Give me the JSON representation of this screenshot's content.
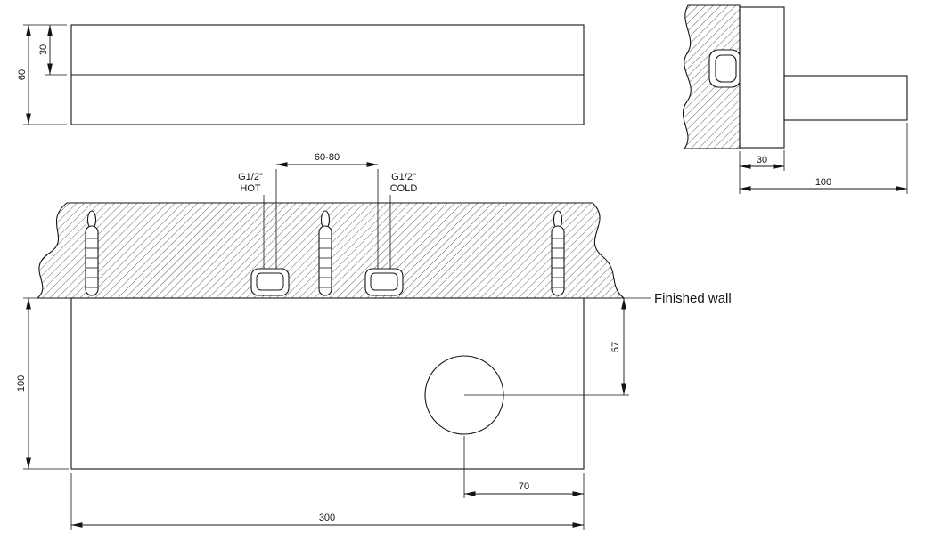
{
  "drawing": {
    "front_view": {
      "height_total": "60",
      "height_top": "30"
    },
    "side_view": {
      "depth": "30",
      "reach": "100"
    },
    "section": {
      "pipe_spacing": "60-80",
      "hot_thread": "G1/2\"",
      "hot_label": "HOT",
      "cold_thread": "G1/2\"",
      "cold_label": "COLD",
      "finished_wall": "Finished wall",
      "body_height": "100",
      "spout_drop": "57",
      "spout_offset": "70",
      "body_width": "300"
    }
  }
}
